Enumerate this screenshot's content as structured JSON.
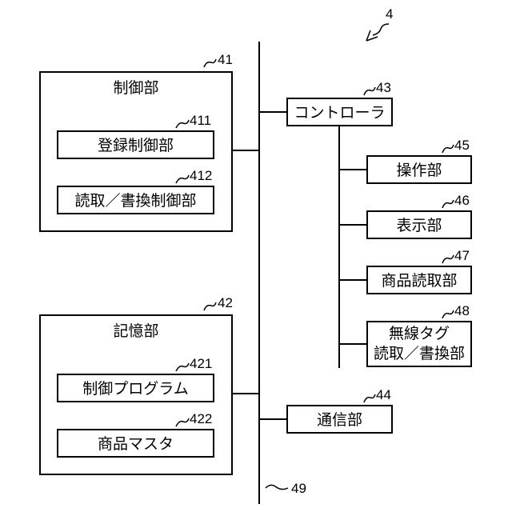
{
  "figure": {
    "number": "4",
    "bus_ref": "49"
  },
  "control_unit": {
    "ref": "41",
    "title": "制御部",
    "items": [
      {
        "ref": "411",
        "label": "登録制御部"
      },
      {
        "ref": "412",
        "label": "読取／書換制御部"
      }
    ]
  },
  "storage_unit": {
    "ref": "42",
    "title": "記憶部",
    "items": [
      {
        "ref": "421",
        "label": "制御プログラム"
      },
      {
        "ref": "422",
        "label": "商品マスタ"
      }
    ]
  },
  "controller": {
    "ref": "43",
    "label": "コントローラ"
  },
  "communication_unit": {
    "ref": "44",
    "label": "通信部"
  },
  "peripherals": [
    {
      "ref": "45",
      "label": "操作部"
    },
    {
      "ref": "46",
      "label": "表示部"
    },
    {
      "ref": "47",
      "label": "商品読取部"
    },
    {
      "ref": "48",
      "label_line1": "無線タグ",
      "label_line2": "読取／書換部"
    }
  ]
}
